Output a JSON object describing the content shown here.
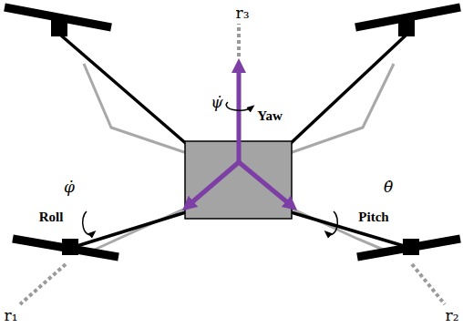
{
  "diagram": {
    "labels": [
      "r₃",
      "Yaw",
      "ψ̇",
      "φ̇",
      "Roll",
      "θ̇",
      "Pitch",
      "r₁",
      "r₂"
    ]
  }
}
